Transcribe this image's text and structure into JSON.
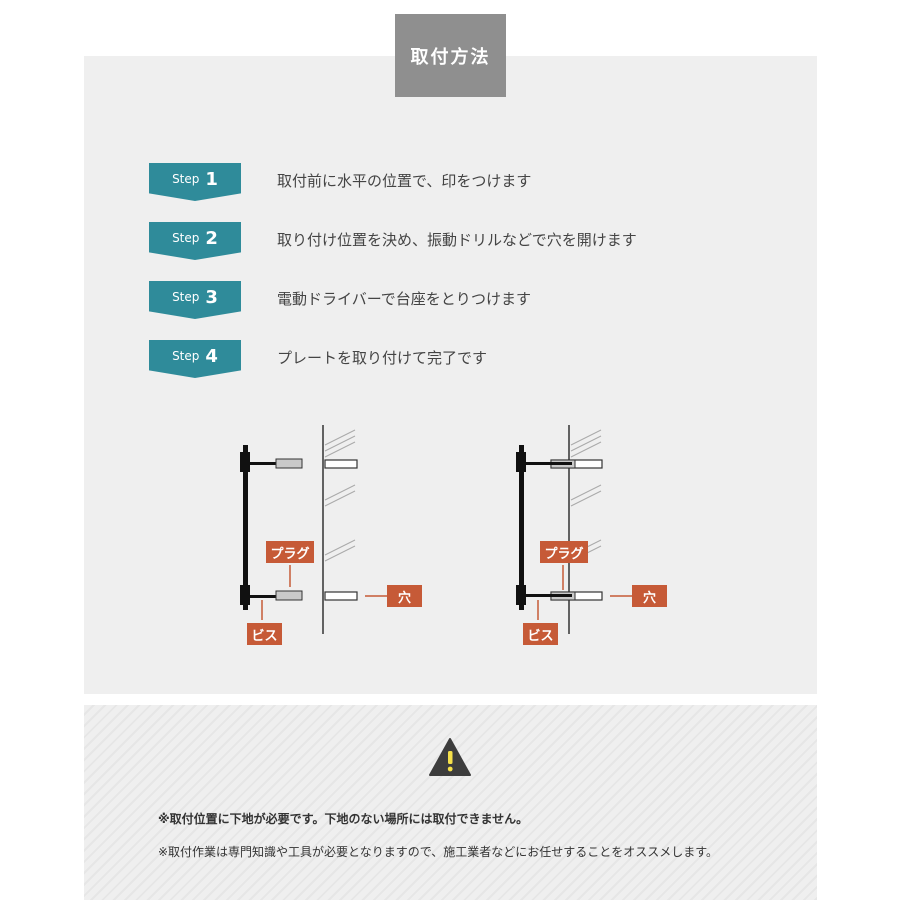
{
  "header": {
    "title": "取付方法"
  },
  "steps": [
    {
      "word": "Step",
      "num": "1",
      "text": "取付前に水平の位置で、印をつけます"
    },
    {
      "word": "Step",
      "num": "2",
      "text": "取り付け位置を決め、振動ドリルなどで穴を開けます"
    },
    {
      "word": "Step",
      "num": "3",
      "text": "電動ドライバーで台座をとりつけます"
    },
    {
      "word": "Step",
      "num": "4",
      "text": "プレートを取り付けて完了です"
    }
  ],
  "diagram_labels": {
    "plug": "プラグ",
    "hole": "穴",
    "screw": "ビス"
  },
  "notes": {
    "note1": "※取付位置に下地が必要です。下地のない場所には取付できません。",
    "note2": "※取付作業は専門知識や工具が必要となりますので、施工業者などにお任せすることをオススメします。"
  },
  "colors": {
    "step_teal": "#2f8b9a",
    "label_orange": "#c65a37",
    "title_gray": "#8f8f8f"
  },
  "icons": {
    "warning": "warning-icon"
  }
}
